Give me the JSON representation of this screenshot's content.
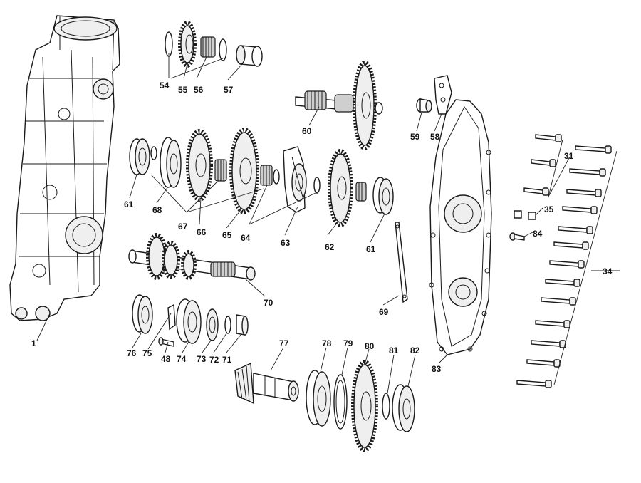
{
  "callouts": {
    "c1": "1",
    "c31": "31",
    "c34": "34",
    "c35": "35",
    "c48": "48",
    "c54": "54",
    "c55": "55",
    "c56": "56",
    "c57": "57",
    "c58": "58",
    "c59": "59",
    "c60": "60",
    "c61a": "61",
    "c61b": "61",
    "c62": "62",
    "c63": "63",
    "c64": "64",
    "c65": "65",
    "c66": "66",
    "c67": "67",
    "c68": "68",
    "c69": "69",
    "c70": "70",
    "c71": "71",
    "c72": "72",
    "c73": "73",
    "c74": "74",
    "c75": "75",
    "c76": "76",
    "c77": "77",
    "c78": "78",
    "c79": "79",
    "c80": "80",
    "c81": "81",
    "c82": "82",
    "c83": "83",
    "c84": "84"
  }
}
